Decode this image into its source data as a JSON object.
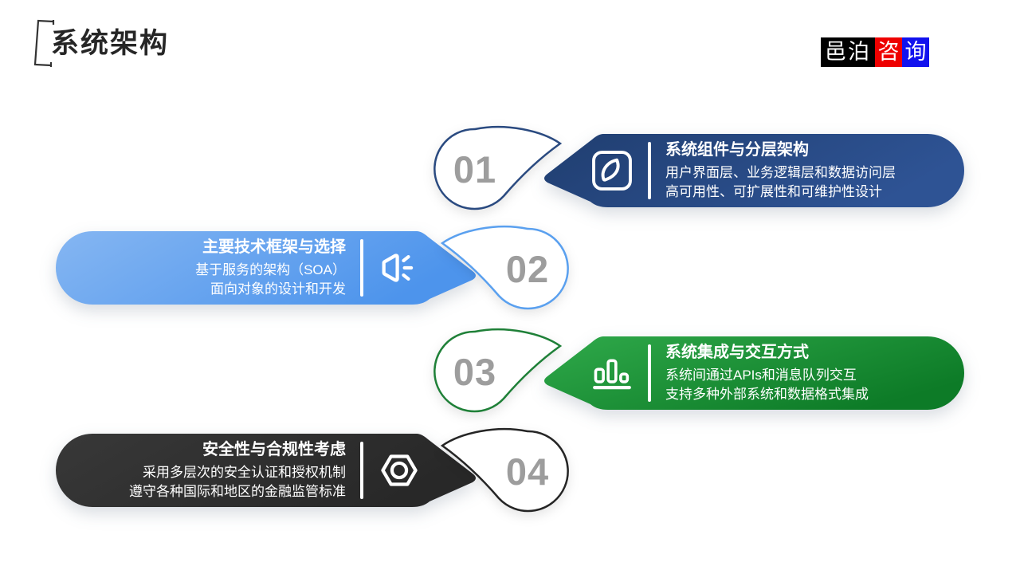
{
  "header": {
    "title": "系统架构"
  },
  "logo": {
    "segments": [
      {
        "text": "邑泊",
        "bg": "#000000"
      },
      {
        "text": "咨",
        "bg": "#ee0000"
      },
      {
        "text": "询",
        "bg": "#1212ee"
      }
    ]
  },
  "items": [
    {
      "number": "01",
      "title": "系统组件与分层架构",
      "desc1": "用户界面层、业务逻辑层和数据访问层",
      "desc2": "高可用性、可扩展性和可维护性设计",
      "icon": "pen-nib-icon",
      "side": "right",
      "fill_start": "#203e70",
      "fill_end": "#2e5394",
      "outline": "#2a4a80"
    },
    {
      "number": "02",
      "title": "主要技术框架与选择",
      "desc1": "基于服务的架构（SOA）",
      "desc2": "面向对象的设计和开发",
      "icon": "megaphone-icon",
      "side": "left",
      "fill_start": "#85b6f2",
      "fill_end": "#4d94ec",
      "outline": "#5aa0ef"
    },
    {
      "number": "03",
      "title": "系统集成与交互方式",
      "desc1": "系统间通过APIs和消息队列交互",
      "desc2": "支持多种外部系统和数据格式集成",
      "icon": "bar-chart-icon",
      "side": "right",
      "fill_start": "#2fa94a",
      "fill_end": "#0d7b27",
      "outline": "#1f8038"
    },
    {
      "number": "04",
      "title": "安全性与合规性考虑",
      "desc1": "采用多层次的安全认证和授权机制",
      "desc2": "遵守各种国际和地区的金融监管标准",
      "icon": "hex-nut-icon",
      "side": "left",
      "fill_start": "#383838",
      "fill_end": "#282828",
      "outline": "#252525"
    }
  ]
}
